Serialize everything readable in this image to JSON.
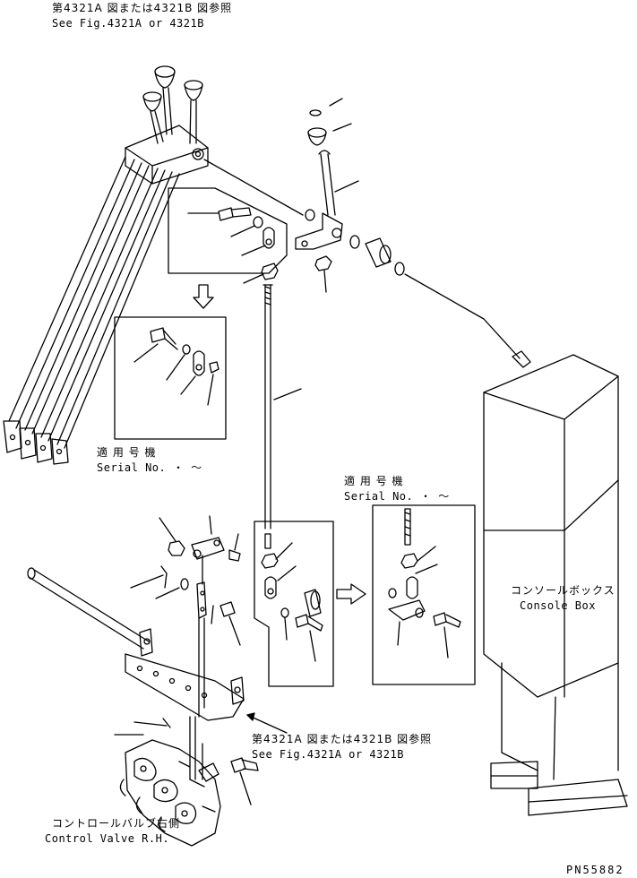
{
  "labels": {
    "ref_top_jp": "第4321A 図または4321B 図参照",
    "ref_top_en": "See Fig.4321A or 4321B",
    "serial_left_jp": "適 用 号 機",
    "serial_left_en": "Serial No.   ・  〜",
    "serial_right_jp": "適 用 号 機",
    "serial_right_en": "Serial No.   ・  〜",
    "console_jp": "コンソールボックス",
    "console_en": "Console Box",
    "ref_bottom_jp": "第4321A 図または4321B 図参照",
    "ref_bottom_en": "See Fig.4321A or 4321B",
    "valve_jp": "コントロールバルブ右側",
    "valve_en": "Control Valve R.H.",
    "drawing_no": "PN55882"
  }
}
